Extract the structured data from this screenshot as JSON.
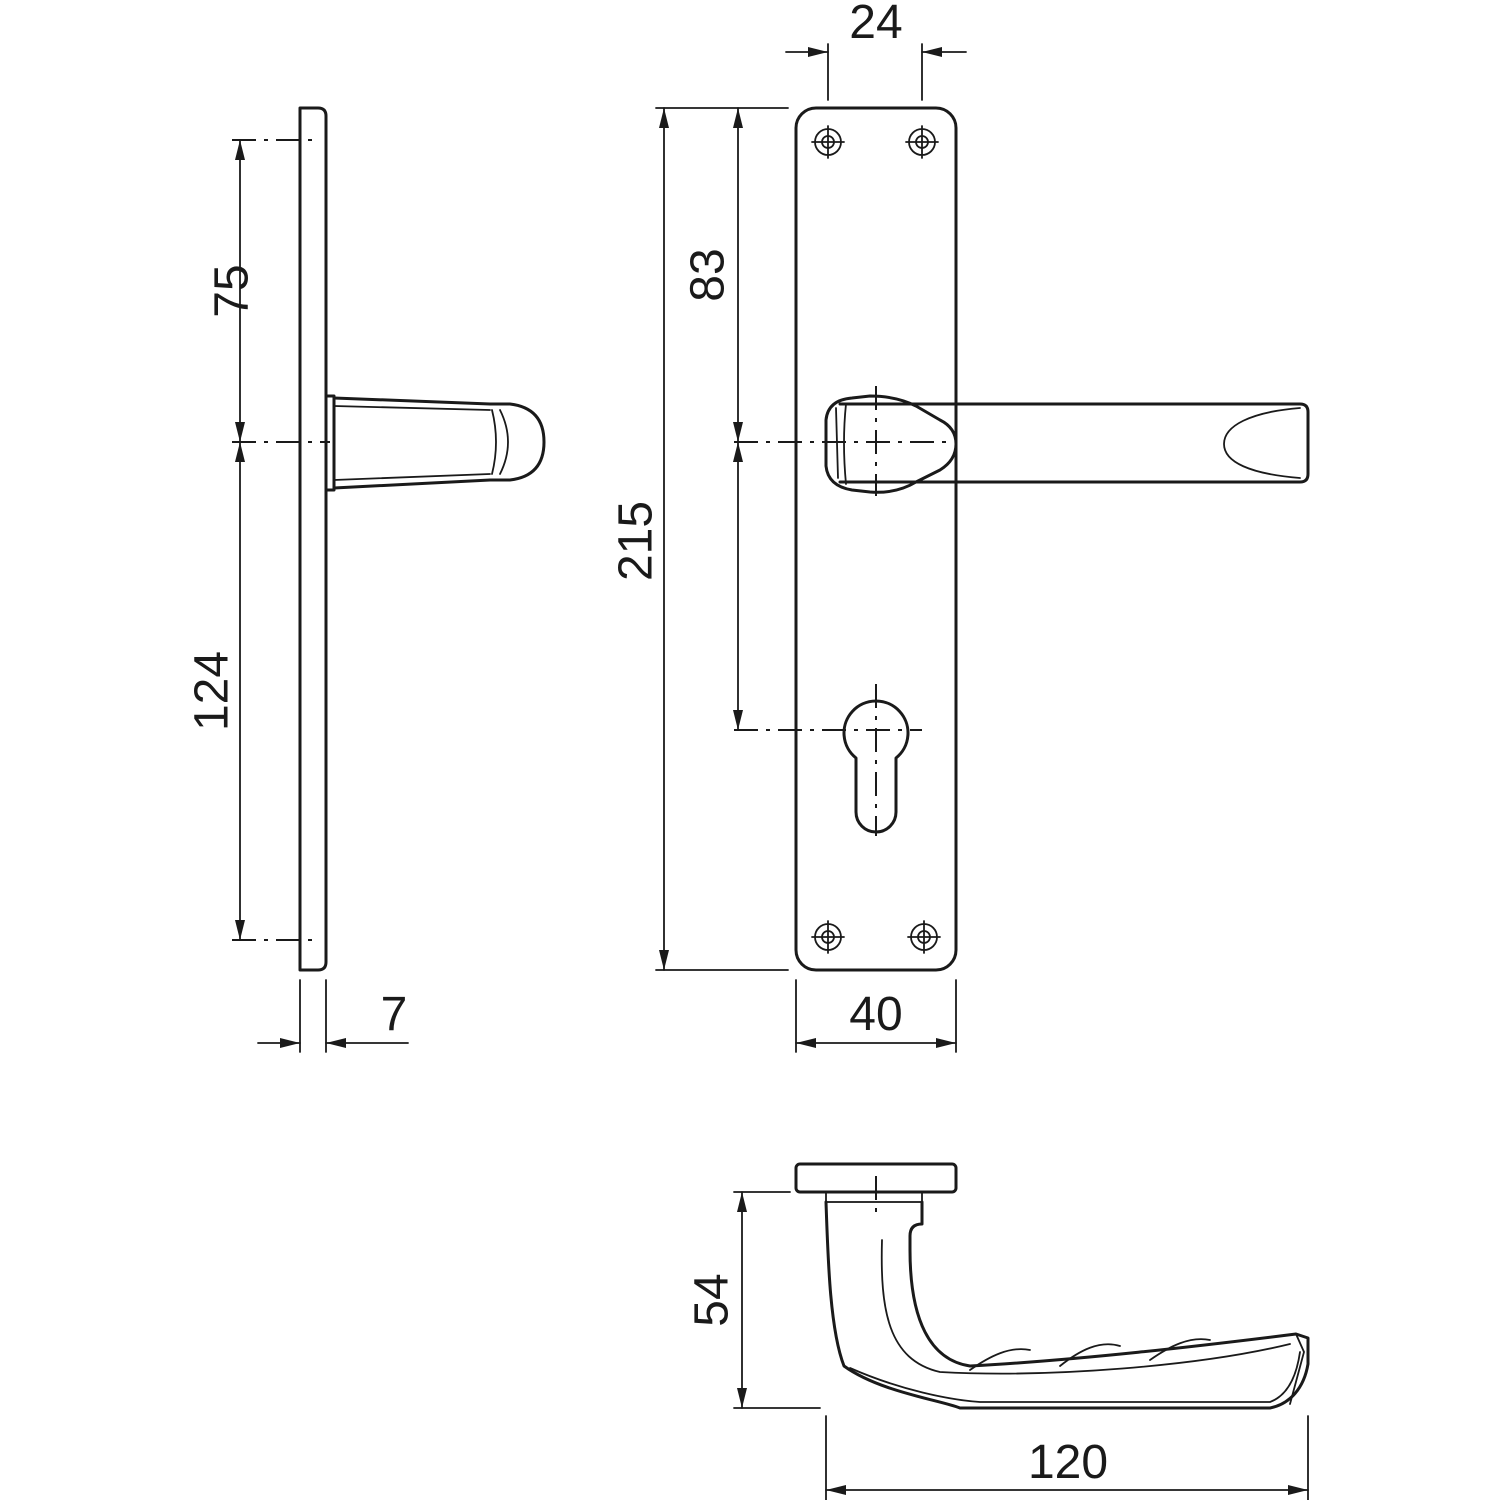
{
  "drawing": {
    "line_color": "#1a1a1a",
    "background_color": "#ffffff",
    "dimensions": {
      "side_upper": "75",
      "side_lower": "124",
      "plate_thickness": "7",
      "screw_spacing": "24",
      "handle_to_top_screw": "83",
      "plate_length": "215",
      "plate_width": "40",
      "handle_drop": "54",
      "handle_length": "120"
    }
  }
}
